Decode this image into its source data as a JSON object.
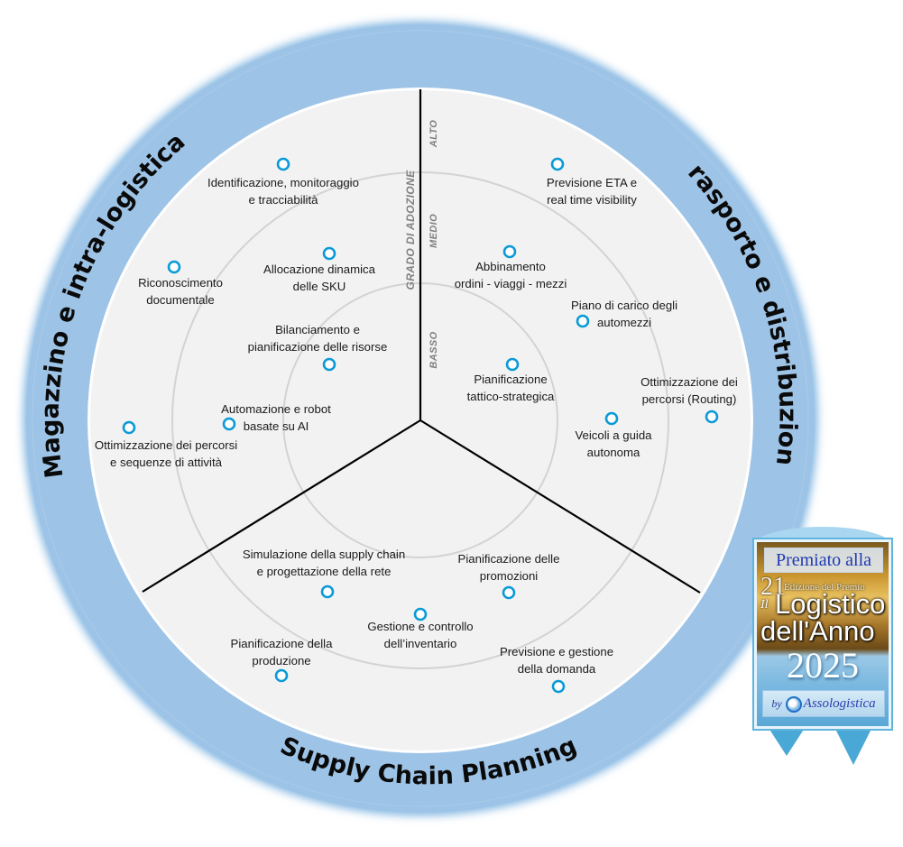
{
  "diagram": {
    "type": "radar",
    "axis": {
      "title": "GRADO DI ADOZIONE",
      "levels": [
        "BASSO",
        "MEDIO",
        "ALTO"
      ]
    },
    "colors": {
      "outer_ring": "#9dc3e6",
      "inner_disk": "#f2f2f2",
      "ring_lines": "#d0d0d0",
      "dividers": "#000000",
      "marker": "#0a9ad7"
    },
    "sectors": [
      {
        "title": "Magazzino e intra-logistica",
        "items": [
          {
            "label": [
              "Identificazione, monitoraggio",
              "e tracciabilità"
            ],
            "level": "ALTO"
          },
          {
            "label": [
              "Riconoscimento",
              "documentale"
            ],
            "level": "ALTO"
          },
          {
            "label": [
              "Allocazione dinamica",
              "delle SKU"
            ],
            "level": "MEDIO"
          },
          {
            "label": [
              "Bilanciamento e",
              "pianificazione delle risorse"
            ],
            "level": "BASSO"
          },
          {
            "label": [
              "Automazione e robot",
              "basate su AI"
            ],
            "level": "MEDIO"
          },
          {
            "label": [
              "Ottimizzazione dei percorsi",
              "e sequenze di attività"
            ],
            "level": "ALTO"
          }
        ]
      },
      {
        "title": "Trasporto e distribuzione",
        "items": [
          {
            "label": [
              "Previsione ETA e",
              "real time visibility"
            ],
            "level": "ALTO"
          },
          {
            "label": [
              "Abbinamento",
              "ordini - viaggi - mezzi"
            ],
            "level": "MEDIO"
          },
          {
            "label": [
              "Piano di carico degli",
              "automezzi"
            ],
            "level": "MEDIO"
          },
          {
            "label": [
              "Pianificazione",
              "tattico-strategica"
            ],
            "level": "BASSO"
          },
          {
            "label": [
              "Ottimizzazione dei",
              "percorsi (Routing)"
            ],
            "level": "ALTO"
          },
          {
            "label": [
              "Veicoli a guida",
              "autonoma"
            ],
            "level": "MEDIO"
          }
        ]
      },
      {
        "title": "Supply Chain Planning",
        "items": [
          {
            "label": [
              "Simulazione della supply chain",
              "e progettazione della rete"
            ],
            "level": "MEDIO"
          },
          {
            "label": [
              "Pianificazione delle",
              "promozioni"
            ],
            "level": "MEDIO"
          },
          {
            "label": [
              "Gestione e controllo",
              "dell’inventario"
            ],
            "level": "MEDIO"
          },
          {
            "label": [
              "Pianificazione della",
              "produzione"
            ],
            "level": "ALTO"
          },
          {
            "label": [
              "Previsione e gestione",
              "della domanda"
            ],
            "level": "ALTO"
          }
        ]
      }
    ]
  },
  "badge": {
    "line1": "Premiato alla",
    "edition_number": "21",
    "edition_text": "Edizione del Premio",
    "article": "Il",
    "title1": "Logistico",
    "title2": "dell'Anno",
    "year": "2025",
    "by": "by",
    "organizer": "Assologistica"
  }
}
